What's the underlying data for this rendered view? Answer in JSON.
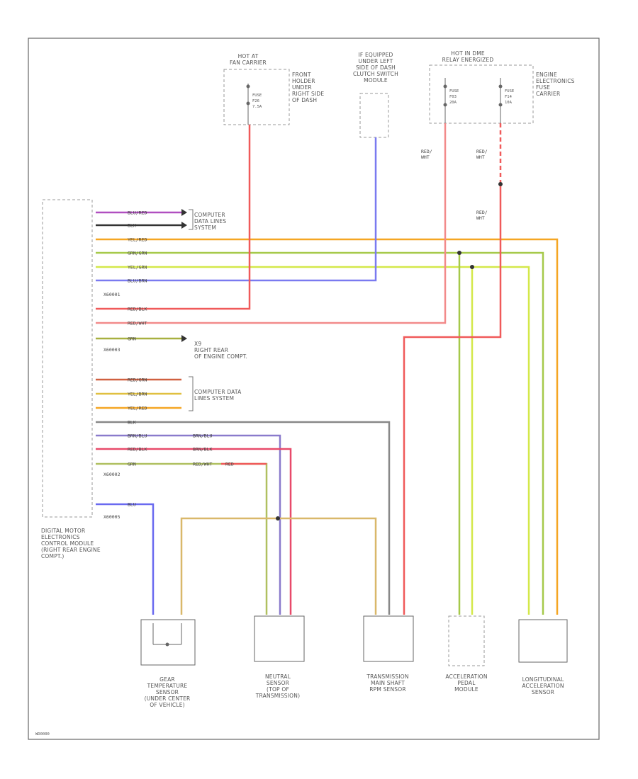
{
  "labels": {
    "hot_at_fan_carrier": "HOT AT\nFAN CARRIER",
    "front_holder": "FRONT\nHOLDER\nUNDER\nRIGHT SIDE\nOF DASH",
    "fuse_f26": "FUSE\nF26\n7.5A",
    "if_equipped": "IF EQUIPPED\nUNDER LEFT\nSIDE OF DASH\nCLUTCH SWITCH\nMODULE",
    "hot_in_dme": "HOT IN DME\nRELAY ENERGIZED",
    "fuse_f03": "FUSE\nF03\n20A",
    "fuse_f14": "FUSE\nF14\n10A",
    "engine_fuse_carrier": "ENGINE\nELECTRONICS\nFUSE\nCARRIER",
    "red_wht_1": "RED/\nWHT",
    "red_wht_2": "RED/\nWHT",
    "red_wht_3": "RED/\nWHT",
    "computer_data_1": "COMPUTER\nDATA LINES\nSYSTEM",
    "x2 ": "",
    "x60001": "X60001",
    "x60003": "X60003",
    "x60002": "X60002",
    "x60005": "X60005",
    "x9": "X9\nRIGHT REAR\nOF ENGINE COMPT.",
    "computer_data_2": "COMPUTER DATA\nLINES SYSTEM",
    "dme": "DIGITAL MOTOR\nELECTRONICS\nCONTROL MODULE\n(RIGHT REAR ENGINE\nCOMPT.)",
    "gear_temp": "GEAR\nTEMPERATURE\nSENSOR\n(UNDER CENTER\nOF VEHICLE)",
    "neutral": "NEUTRAL\nSENSOR\n(TOP OF\nTRANSMISSION)",
    "trans_rpm": "TRANSMISSION\nMAIN SHAFT\nRPM SENSOR",
    "accel_pedal": "ACCELERATION\nPEDAL\nMODULE",
    "long_accel": "LONGITUDINAL\nACCELERATION\nSENSOR",
    "corner": "WD0000"
  },
  "wire_labels": [
    {
      "id": "w1",
      "text": "BLU/RED"
    },
    {
      "id": "w2",
      "text": "BLK"
    },
    {
      "id": "w3",
      "text": "YEL/RED"
    },
    {
      "id": "w4",
      "text": "GRN/GRN"
    },
    {
      "id": "w5",
      "text": "YEL/GRN"
    },
    {
      "id": "w6",
      "text": "BLU/BRN"
    },
    {
      "id": "w7",
      "text": "RED/BLK"
    },
    {
      "id": "w8",
      "text": "RED/WHT"
    },
    {
      "id": "w9",
      "text": "GRN"
    },
    {
      "id": "w10",
      "text": "RED/GRN"
    },
    {
      "id": "w11",
      "text": "YEL/BRN"
    },
    {
      "id": "w12",
      "text": "YEL/RED"
    },
    {
      "id": "w13",
      "text": "BLK"
    },
    {
      "id": "w14",
      "text": "BRN/BLU"
    },
    {
      "id": "w15",
      "text": "RED/BLK"
    },
    {
      "id": "w16",
      "text": "BRN/BLK"
    },
    {
      "id": "w17",
      "text": "BRN/BLU"
    },
    {
      "id": "w18",
      "text": "RED/WHT"
    },
    {
      "id": "w19",
      "text": "GRN"
    },
    {
      "id": "w20",
      "text": "RED"
    },
    {
      "id": "w21",
      "text": "BLU"
    }
  ],
  "colors": {
    "purple": "#b04fc0",
    "black": "#333333",
    "orange": "#f5a623",
    "green": "#8fd14f",
    "yellowgreen": "#d4e84a",
    "blue": "#6a6af0",
    "red": "#f05a5a",
    "pink": "#f07a7a",
    "olive": "#b8b040",
    "gray": "#888888",
    "tan": "#d9b86a"
  }
}
